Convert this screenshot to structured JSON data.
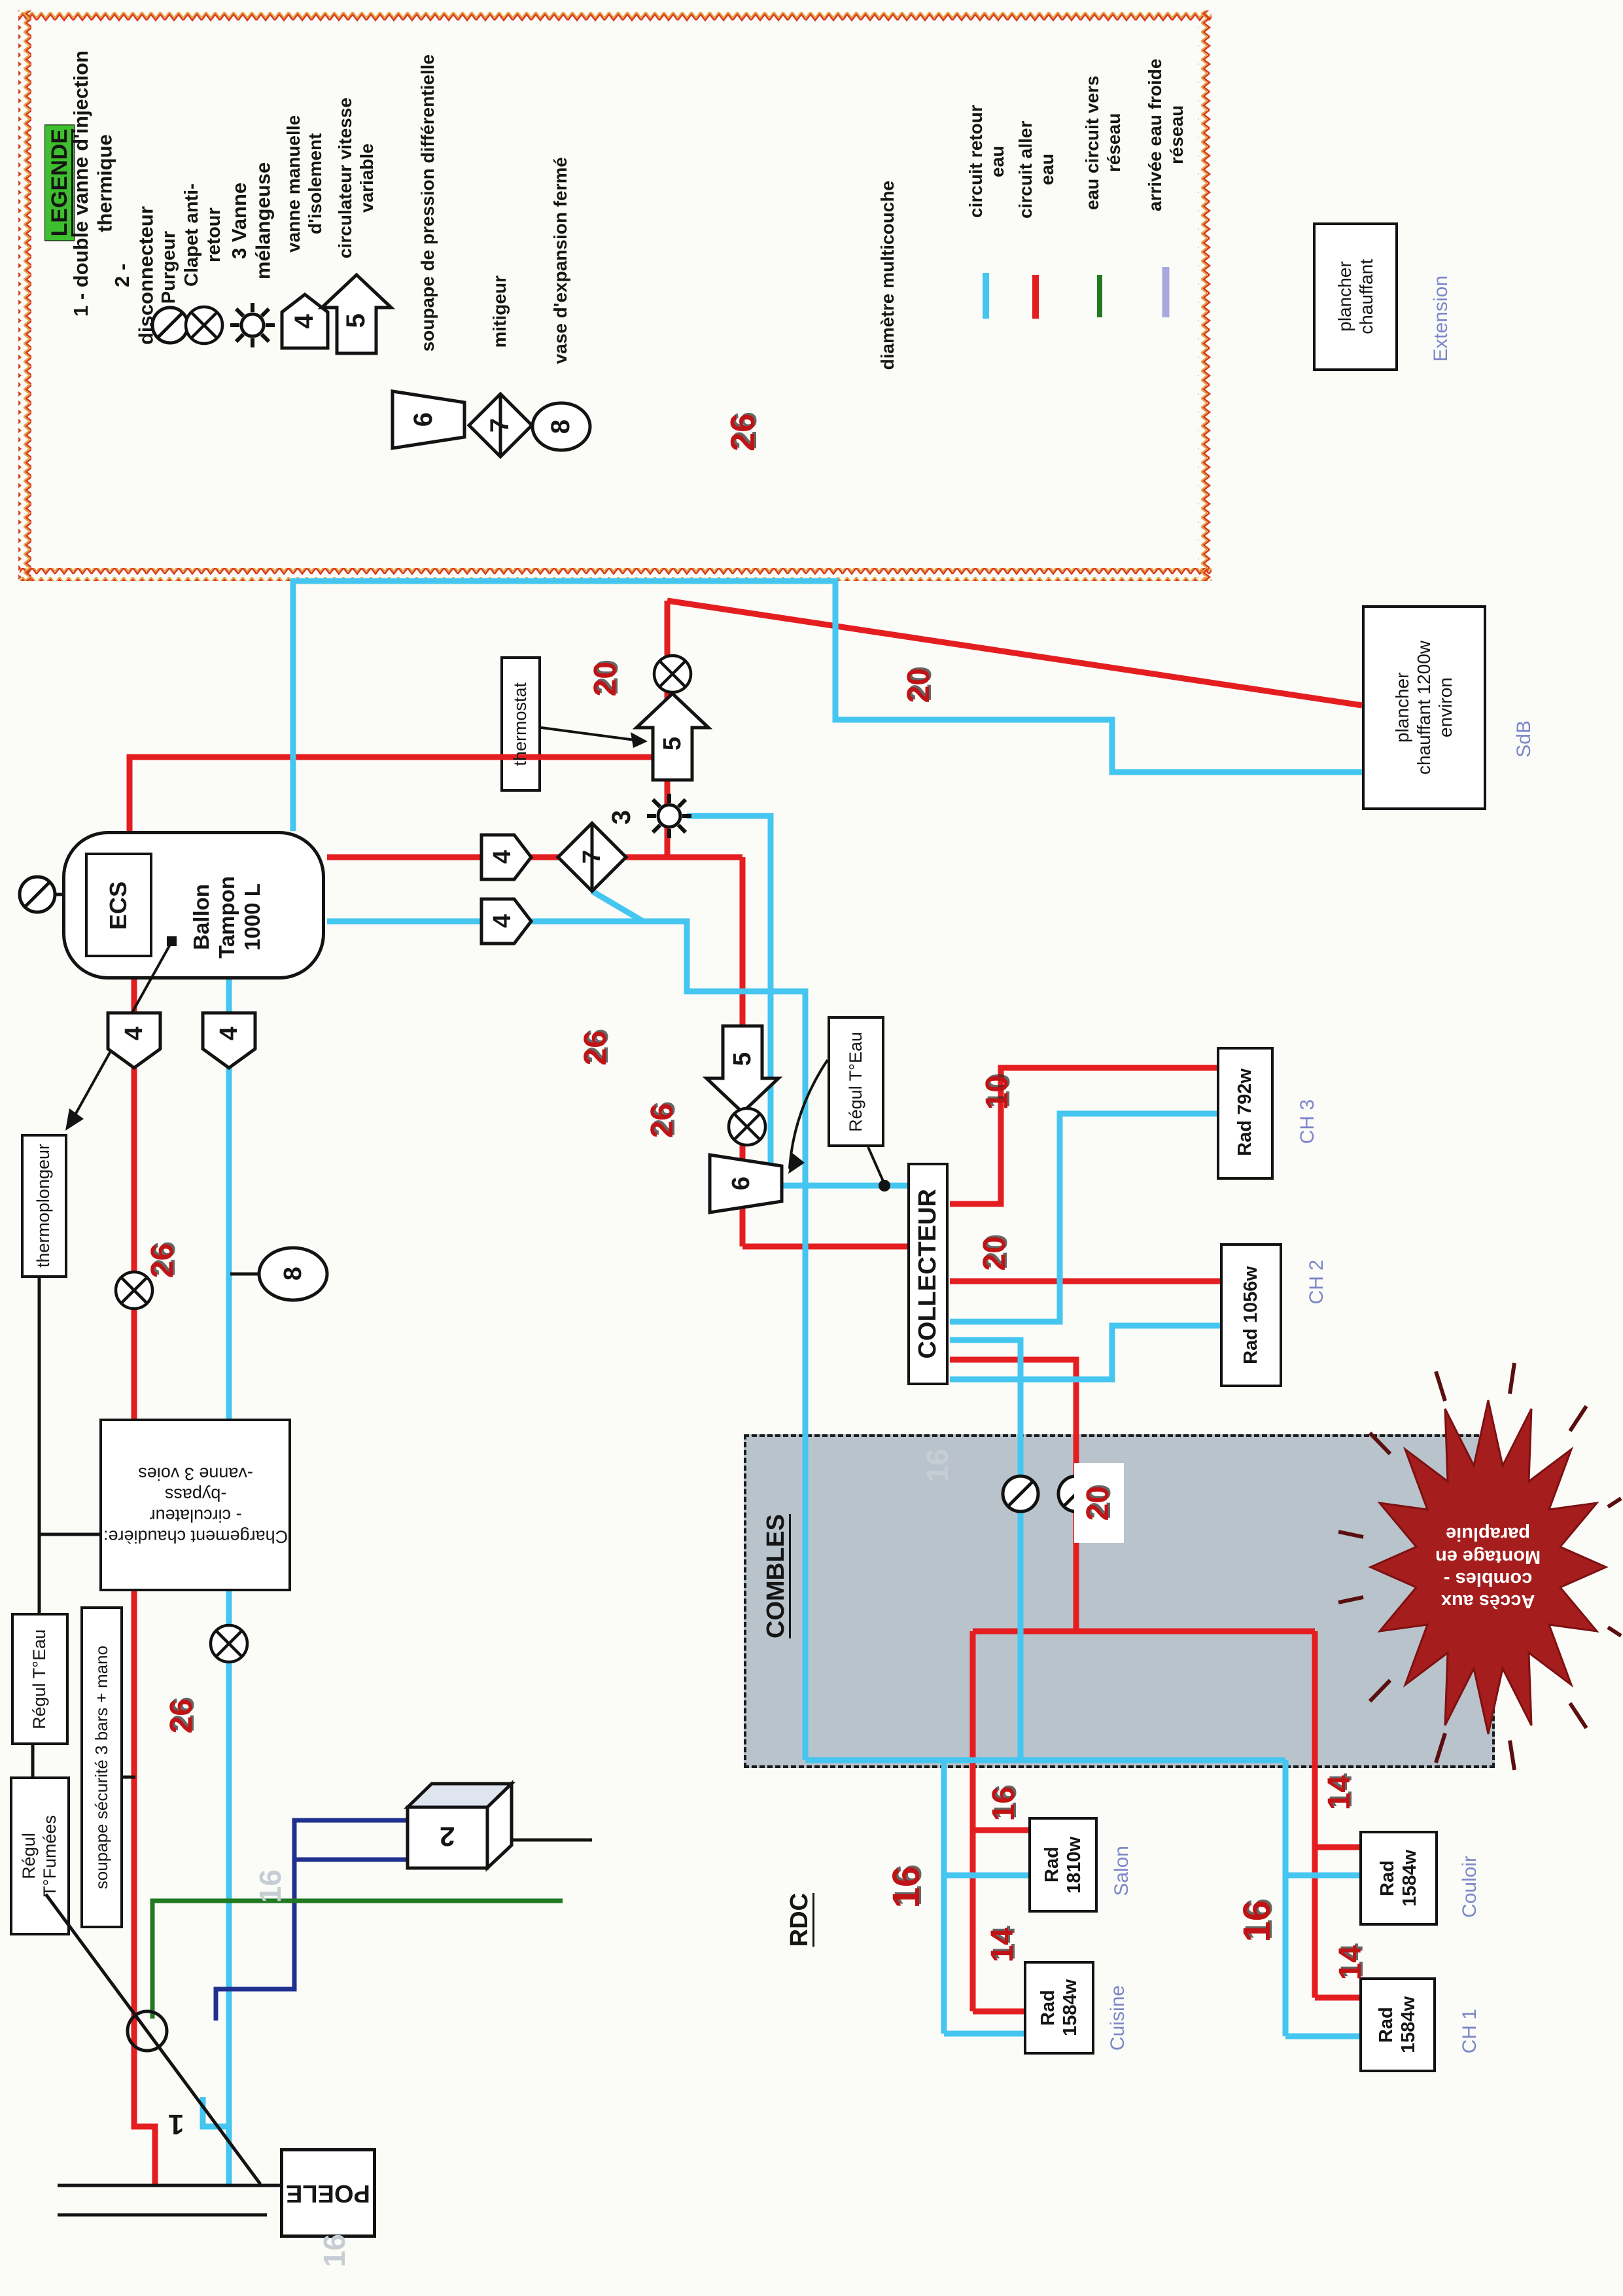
{
  "palette": {
    "circuit_retour": "#45c6f0",
    "circuit_aller": "#e41e20",
    "vers_reseau": "#217a21",
    "eau_froide": "#a9a9e0",
    "dim_number": "#c01315",
    "combles_fill": "#b9c3cb",
    "starburst": "#a51d1d",
    "room_label": "#7b86c8",
    "legend_title_bg": "#3fbf2f"
  },
  "legend": {
    "title": "LEGENDE",
    "items": [
      {
        "label": "1 - double vanne d'injection thermique"
      },
      {
        "label": "2 - disconnecteur"
      },
      {
        "label": "Purgeur"
      },
      {
        "label": "Clapet anti-retour"
      },
      {
        "label": "3 Vanne mélangeuse"
      },
      {
        "label": "vanne manuelle d'isolement",
        "num": "4"
      },
      {
        "label": "circulateur vitesse variable",
        "num": "5"
      },
      {
        "label": "soupape de pression différentielle",
        "num": "6"
      },
      {
        "label": "mitigeur",
        "num": "7"
      },
      {
        "label": "vase d'expansion fermé",
        "num": "8"
      },
      {
        "label": "diamètre multicouche",
        "num": "26"
      }
    ],
    "colors": [
      {
        "label": "circuit retour eau",
        "color": "#45c6f0"
      },
      {
        "label": "circuit aller eau",
        "color": "#e41e20"
      },
      {
        "label": "eau circuit vers réseau",
        "color": "#217a21"
      },
      {
        "label": "arrivée eau froide réseau",
        "color": "#a9a9e0"
      }
    ]
  },
  "tank": {
    "lines": [
      "Ballon",
      "Tampon",
      "1000 L"
    ],
    "ecs": "ECS",
    "thermoplongeur": "thermoplongeur"
  },
  "boxes": {
    "thermostat": "thermostat",
    "regul_teau_left": "Régul  T°Eau",
    "soupape": "soupape sécurité 3 bars + mano",
    "regul_tfumees": [
      "Régul",
      "T°Fumées"
    ],
    "chargement": [
      "Chargement chaudière:",
      "- circulateur",
      "-bypass",
      "-vanne 3 voies"
    ],
    "poele": "POELE",
    "regul_teau_right": "Régul  T°Eau",
    "collecteur": "COLLECTEUR",
    "plancher_sdb": [
      "plancher",
      "chauffant 1200w",
      "environ"
    ],
    "plancher_ext": [
      "plancher",
      "chauffant"
    ]
  },
  "rooms": {
    "sdb": "SdB",
    "extension": "Extension",
    "combles": "COMBLES",
    "rdc": "RDC"
  },
  "radiators": [
    {
      "name": "Rad 792w",
      "room": "CH 3"
    },
    {
      "name": "Rad 1056w",
      "room": "CH 2"
    },
    {
      "name": "Rad 1810w",
      "room": "Salon"
    },
    {
      "name": "Rad 1584w",
      "room": "Cuisine"
    },
    {
      "name": "Rad 1584w",
      "room": "Couloir"
    },
    {
      "name": "Rad 1584w",
      "room": "CH 1"
    }
  ],
  "starburst": [
    "Accès aux",
    "combles -",
    "Montage en",
    "parapluie"
  ],
  "sym": {
    "n1": "1",
    "n2": "2",
    "n3": "3",
    "n4": "4",
    "n5": "5",
    "n6": "6",
    "n7": "7",
    "n8": "8"
  },
  "dims": {
    "d10": "10",
    "d14": "14",
    "d16": "16",
    "d20": "20",
    "d26": "26"
  }
}
